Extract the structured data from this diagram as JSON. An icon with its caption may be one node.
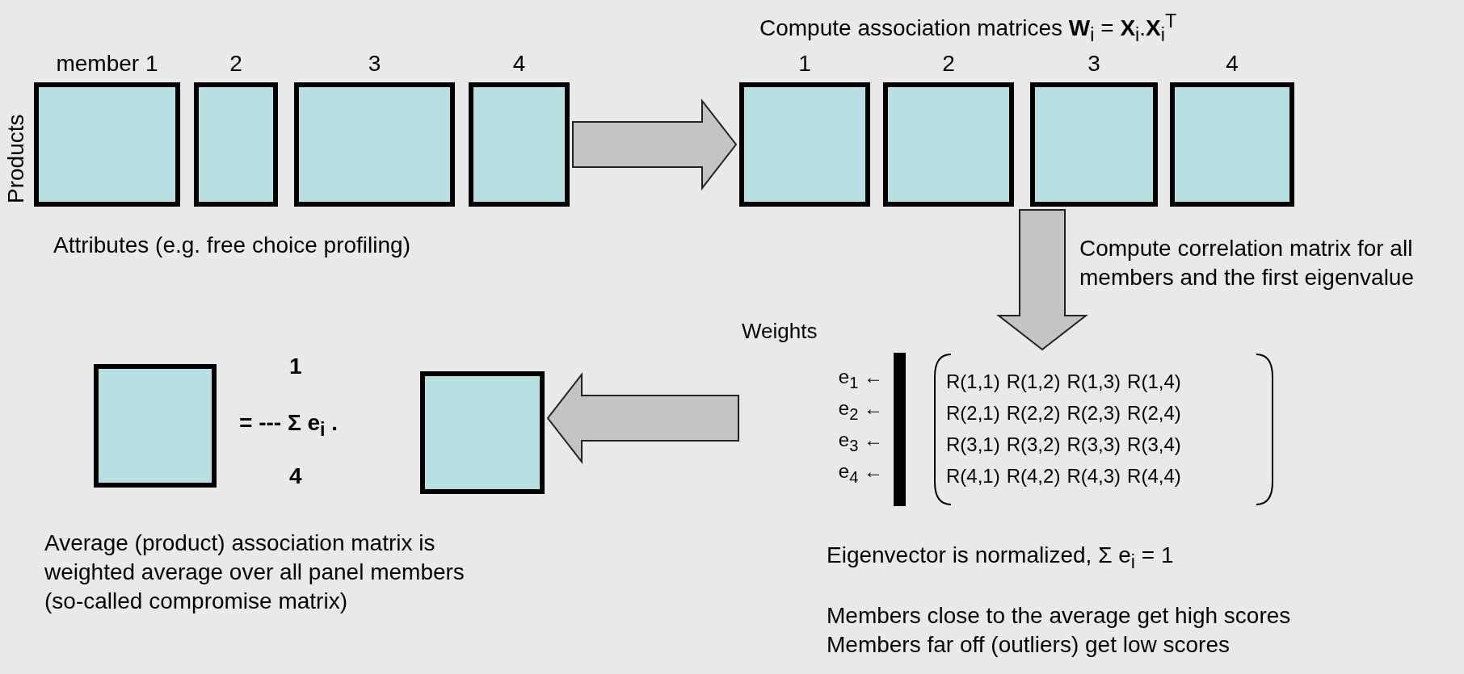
{
  "diagram": {
    "nodes": [
      {
        "text": [
          "member 1"
        ]
      },
      {
        "text": [
          "2"
        ]
      },
      {
        "text": [
          "3"
        ]
      },
      {
        "text": [
          "4"
        ]
      },
      {
        "text": [
          "1"
        ]
      },
      {
        "text": [
          "2"
        ]
      },
      {
        "text": [
          "3"
        ]
      },
      {
        "text": [
          "4"
        ]
      },
      {
        "text": [
          "R(1,1)",
          "R(1,2)",
          "R(1,3)",
          "R(1,4)",
          "R(2,1)",
          "R(2,2)",
          "R(2,3)",
          "R(2,4)",
          "R(3,1)",
          "R(3,2)",
          "R(3,3)",
          "R(3,4)",
          "R(4,1)",
          "R(4,2)",
          "R(4,3)",
          "R(4,4)"
        ]
      },
      {
        "text": [
          "Weights",
          "e$_{1}$ ←",
          "e$_{2}$ ←",
          "e$_{3}$ ←",
          "e$_{4}$ ←"
        ]
      },
      {
        "text": [],
        "shape": "box"
      },
      {
        "text": [],
        "shape": "box"
      }
    ],
    "edges": [
      {
        "from": 3,
        "to": 4,
        "arrow": "to"
      },
      {
        "from": 6,
        "to": 8,
        "arrow": "to",
        "label": "Compute correlation matrix for all members and the first eigenvalue"
      },
      {
        "from": 9,
        "to": 11,
        "arrow": "to"
      }
    ],
    "labels": [
      "Compute association matrices **W**$_{i}$ = **X**$_{i}$.**X**$_{i}$$^{T}$",
      "Products",
      "Attributes (e.g. free choice profiling)",
      "1",
      "= --- Σ e$_{i}$ .",
      "4",
      "Average (product) association matrix is weighted average over all panel members (so-called compromise matrix)",
      "Eigenvector is normalized, Σ e$_{i}$ = 1",
      "Members close to the average get high scores",
      "Members far off (outliers) get low scores"
    ]
  }
}
